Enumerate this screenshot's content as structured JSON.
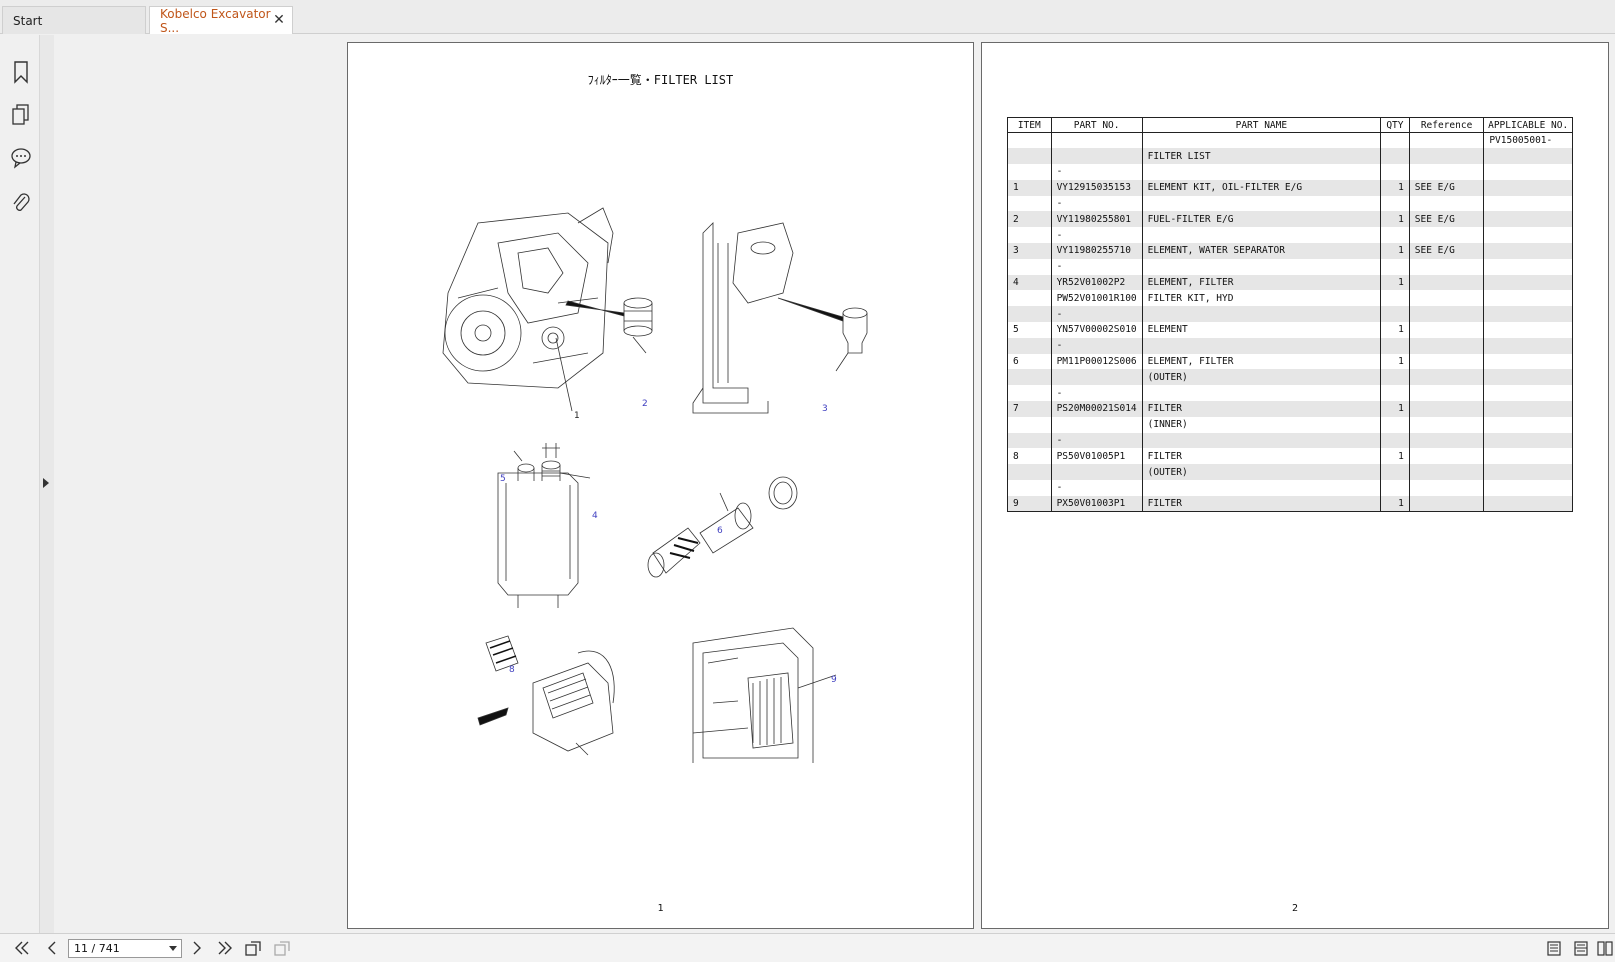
{
  "tabs": [
    {
      "label": "Start"
    },
    {
      "label": "Kobelco Excavator S..."
    }
  ],
  "tab_close_glyph": "✕",
  "sidebar": {
    "icons": [
      "bookmark-icon",
      "pages-icon",
      "comments-icon",
      "attachment-icon"
    ]
  },
  "left_page": {
    "title": "ﾌｨﾙﾀｰ一覧・FILTER LIST",
    "number": "1",
    "callouts": [
      "1",
      "2",
      "3",
      "4",
      "5",
      "6",
      "7",
      "8",
      "9"
    ]
  },
  "right_page": {
    "number": "2",
    "table": {
      "headers": [
        "ITEM",
        "PART NO.",
        "PART NAME",
        "QTY",
        "Reference",
        "APPLICABLE NO."
      ],
      "rows": [
        [
          "",
          "",
          "",
          "",
          "",
          "PV15005001-"
        ],
        [
          "",
          "",
          "FILTER LIST",
          "",
          "",
          ""
        ],
        [
          "",
          "-",
          "",
          "",
          "",
          ""
        ],
        [
          "1",
          "VY12915035153",
          "ELEMENT KIT, OIL-FILTER E/G",
          "1",
          "SEE E/G",
          ""
        ],
        [
          "",
          "-",
          "",
          "",
          "",
          ""
        ],
        [
          "2",
          "VY11980255801",
          "FUEL-FILTER E/G",
          "1",
          "SEE E/G",
          ""
        ],
        [
          "",
          "-",
          "",
          "",
          "",
          ""
        ],
        [
          "3",
          "VY11980255710",
          "ELEMENT, WATER SEPARATOR",
          "1",
          "SEE E/G",
          ""
        ],
        [
          "",
          "-",
          "",
          "",
          "",
          ""
        ],
        [
          "4",
          "YR52V01002P2",
          "ELEMENT, FILTER",
          "1",
          "",
          ""
        ],
        [
          "",
          "PW52V01001R100",
          "FILTER KIT, HYD",
          "",
          "",
          ""
        ],
        [
          "",
          "-",
          "",
          "",
          "",
          ""
        ],
        [
          "5",
          "YN57V00002S010",
          "ELEMENT",
          "1",
          "",
          ""
        ],
        [
          "",
          "-",
          "",
          "",
          "",
          ""
        ],
        [
          "6",
          "PM11P00012S006",
          "ELEMENT, FILTER",
          "1",
          "",
          ""
        ],
        [
          "",
          "",
          "(OUTER)",
          "",
          "",
          ""
        ],
        [
          "",
          "-",
          "",
          "",
          "",
          ""
        ],
        [
          "7",
          "PS20M00021S014",
          "FILTER",
          "1",
          "",
          ""
        ],
        [
          "",
          "",
          "(INNER)",
          "",
          "",
          ""
        ],
        [
          "",
          "-",
          "",
          "",
          "",
          ""
        ],
        [
          "8",
          "PS50V01005P1",
          "FILTER",
          "1",
          "",
          ""
        ],
        [
          "",
          "",
          "(OUTER)",
          "",
          "",
          ""
        ],
        [
          "",
          "-",
          "",
          "",
          "",
          ""
        ],
        [
          "9",
          "PX50V01003P1",
          "FILTER",
          "1",
          "",
          ""
        ]
      ]
    }
  },
  "bottombar": {
    "page_indicator": "11 / 741"
  },
  "colors": {
    "active_tab_text": "#c0561a",
    "callout_blue": "#4040c0"
  }
}
